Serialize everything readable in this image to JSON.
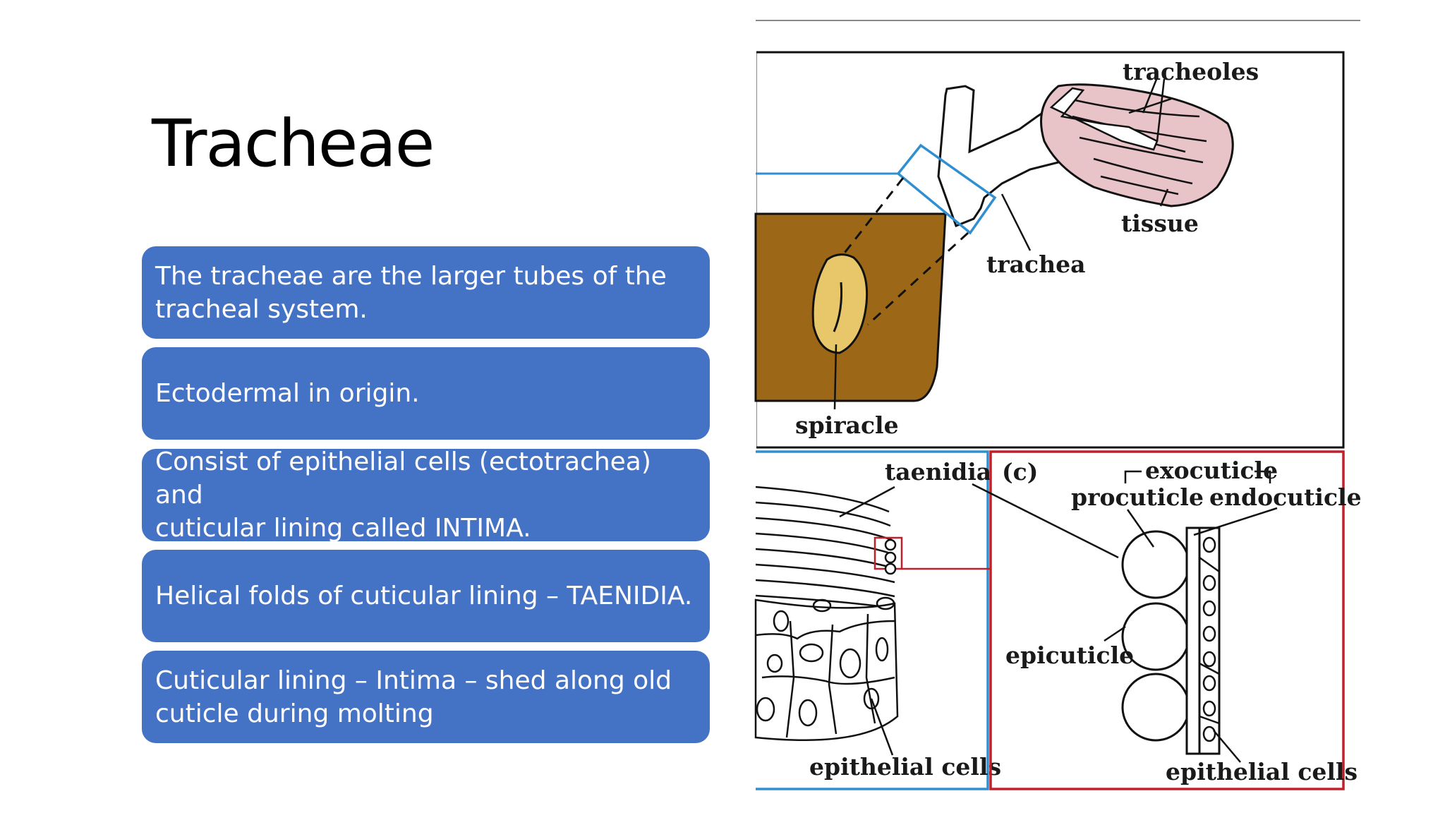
{
  "slide": {
    "title": "Tracheae",
    "points": [
      {
        "line1": "The tracheae are the larger tubes of the",
        "line2": "tracheal system."
      },
      {
        "line1": "Ectodermal in origin.",
        "line2": ""
      },
      {
        "line1": "Consist of epithelial cells (ectotrachea) and",
        "line2": "cuticular lining called INTIMA."
      },
      {
        "line1": "Helical folds of cuticular lining – TAENIDIA.",
        "line2": ""
      },
      {
        "line1": "Cuticular lining – Intima – shed along old",
        "line2": "cuticle during molting"
      }
    ]
  },
  "figure": {
    "labels": {
      "tracheoles": "tracheoles",
      "tissue": "tissue",
      "trachea": "trachea",
      "spiracle": "spiracle",
      "taenidia": "taenidia",
      "panel_c": "(c)",
      "exocuticle": "exocuticle",
      "procuticle": "procuticle",
      "endocuticle": "endocuticle",
      "epicuticle": "epicuticle",
      "epithelial_cells_left": "epithelial cells",
      "epithelial_cells_right": "epithelial cells"
    },
    "colors": {
      "body_wall": "#9c6818",
      "spiracle": "#e8c66a",
      "tissue": "#e8c4c9",
      "blue_frame": "#2f8fd0",
      "red_frame": "#c0202a",
      "bullet_box": "#4472c4"
    }
  }
}
